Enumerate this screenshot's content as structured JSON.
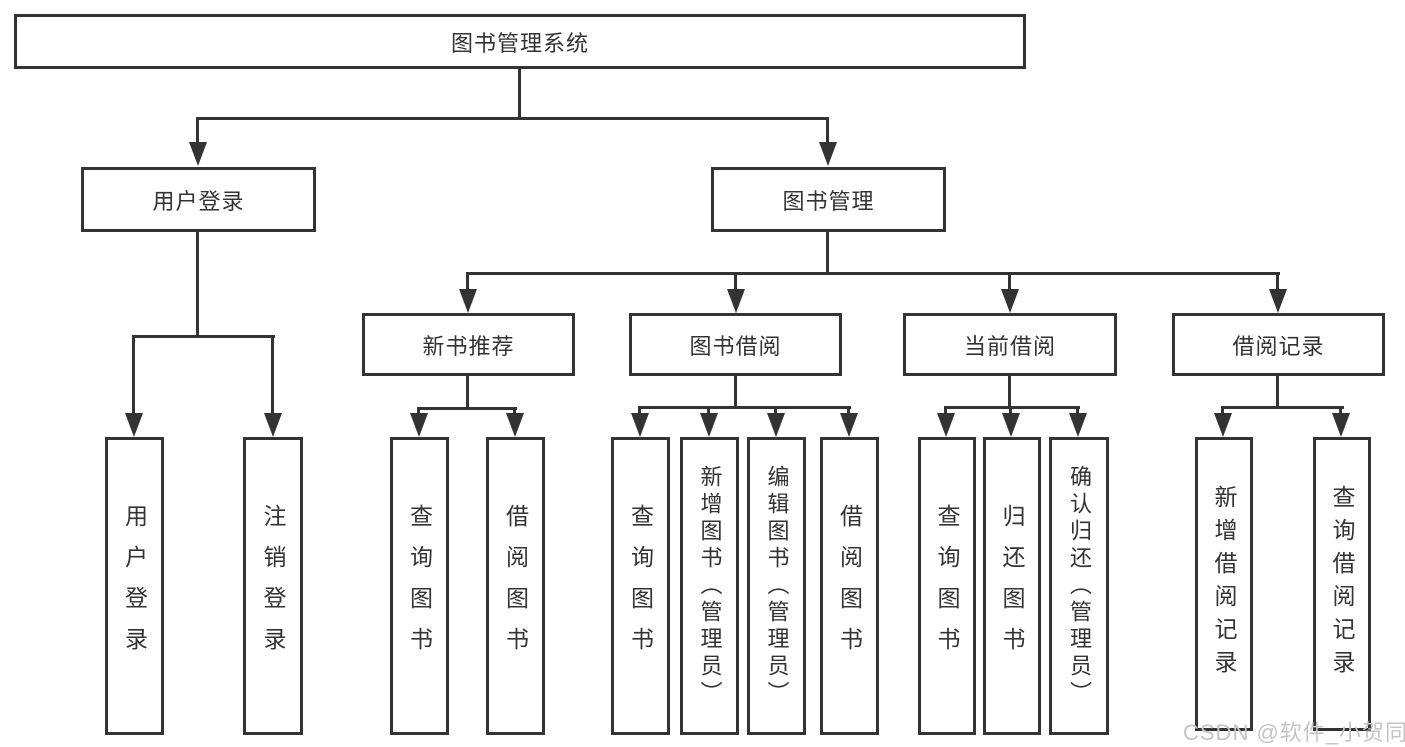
{
  "diagram": {
    "root": "图书管理系统",
    "level2": [
      "用户登录",
      "图书管理"
    ],
    "level3": [
      "新书推荐",
      "图书借阅",
      "当前借阅",
      "借阅记录"
    ],
    "leaves": [
      "用户登录",
      "注销登录",
      "查询图书",
      "借阅图书",
      "查询图书",
      "新增图书（管理员）",
      "编辑图书（管理员）",
      "借阅图书",
      "查询图书",
      "归还图书",
      "确认归还（管理员）",
      "新增借阅记录",
      "查询借阅记录"
    ]
  },
  "watermark": "CSDN @软件_小贺同学",
  "colors": {
    "line": "#333333",
    "box_background": "#ffffff",
    "watermark": "#c4c4c4",
    "page_background": "#ffffff"
  }
}
